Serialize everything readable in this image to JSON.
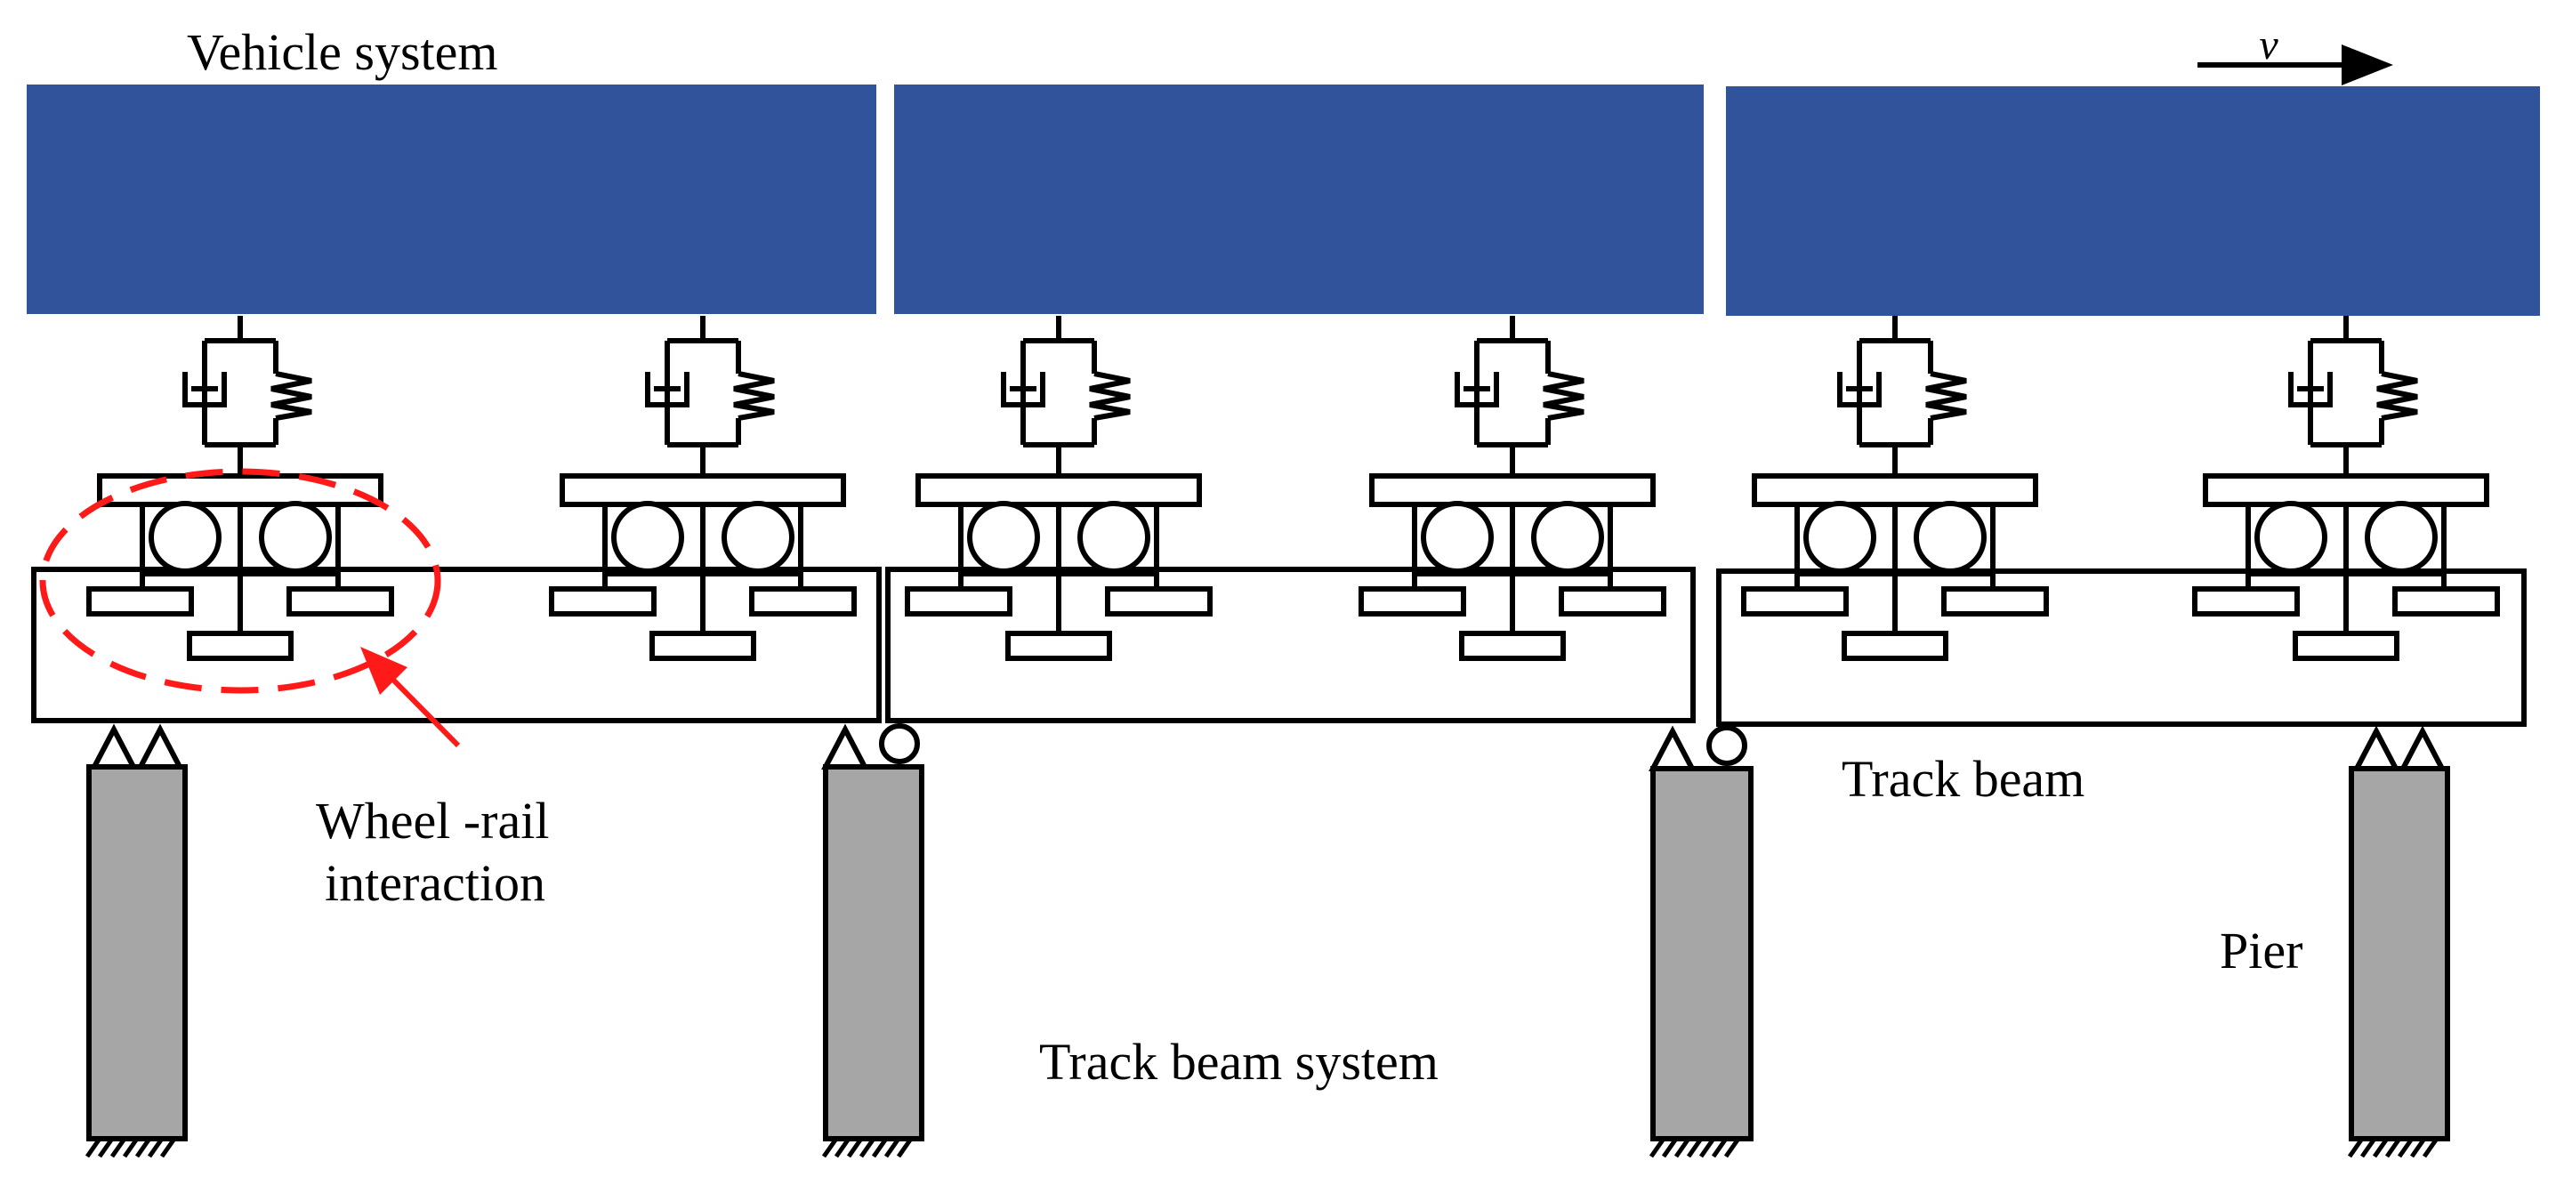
{
  "labels": {
    "vehicle_system": "Vehicle system",
    "velocity": "v",
    "wheel_rail_line1": "Wheel -rail",
    "wheel_rail_line2": "interaction",
    "track_beam": "Track beam",
    "pier": "Pier",
    "track_beam_system": "Track beam system"
  },
  "colors": {
    "car_body": "#31539b",
    "pier": "#a6a6a6",
    "highlight": "#ff1a1a",
    "line": "#000000"
  },
  "counts": {
    "cars": 3,
    "bogies_per_car": 2,
    "track_beams": 3,
    "piers": 4
  }
}
